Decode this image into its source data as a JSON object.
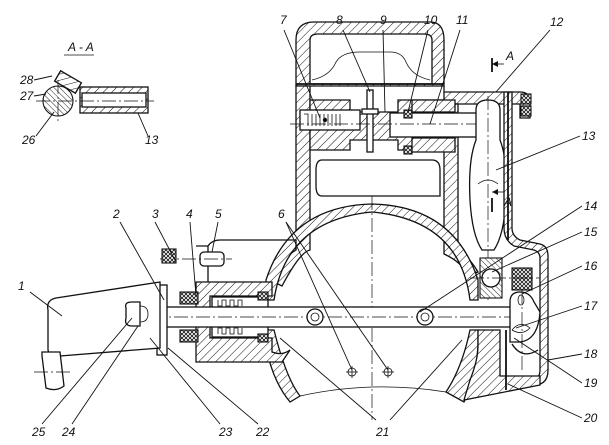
{
  "drawing": {
    "title": "Valve actuator assembly — sectional view",
    "section_view_title": "A - A",
    "section_marker_letter": "A",
    "callouts": [
      {
        "id": "1",
        "text": "1"
      },
      {
        "id": "2",
        "text": "2"
      },
      {
        "id": "3",
        "text": "3"
      },
      {
        "id": "4",
        "text": "4"
      },
      {
        "id": "5",
        "text": "5"
      },
      {
        "id": "6",
        "text": "6"
      },
      {
        "id": "7",
        "text": "7"
      },
      {
        "id": "8",
        "text": "8"
      },
      {
        "id": "9",
        "text": "9"
      },
      {
        "id": "10",
        "text": "10"
      },
      {
        "id": "11",
        "text": "11"
      },
      {
        "id": "12",
        "text": "12"
      },
      {
        "id": "13",
        "text": "13"
      },
      {
        "id": "14",
        "text": "14"
      },
      {
        "id": "15",
        "text": "15"
      },
      {
        "id": "16",
        "text": "16"
      },
      {
        "id": "17",
        "text": "17"
      },
      {
        "id": "18",
        "text": "18"
      },
      {
        "id": "19",
        "text": "19"
      },
      {
        "id": "20",
        "text": "20"
      },
      {
        "id": "21",
        "text": "21"
      },
      {
        "id": "22",
        "text": "22"
      },
      {
        "id": "23",
        "text": "23"
      },
      {
        "id": "24",
        "text": "24"
      },
      {
        "id": "25",
        "text": "25"
      }
    ],
    "section_callouts": [
      {
        "id": "26",
        "text": "26"
      },
      {
        "id": "27",
        "text": "27"
      },
      {
        "id": "28",
        "text": "28"
      },
      {
        "id": "13",
        "text": "13"
      }
    ]
  }
}
